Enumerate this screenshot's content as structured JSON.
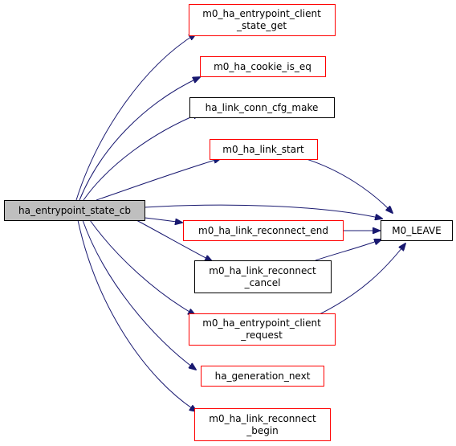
{
  "colors": {
    "edge": "#191970",
    "root_fill": "#bfbfbf",
    "node_fill": "#ffffff",
    "red_border": "#ff0000",
    "black_border": "#000000"
  },
  "nodes": {
    "root": {
      "lines": [
        "ha_entrypoint_state_cb"
      ]
    },
    "client_state_get": {
      "lines": [
        "m0_ha_entrypoint_client",
        "_state_get"
      ]
    },
    "cookie_is_eq": {
      "lines": [
        "m0_ha_cookie_is_eq"
      ]
    },
    "conn_cfg_make": {
      "lines": [
        "ha_link_conn_cfg_make"
      ]
    },
    "link_start": {
      "lines": [
        "m0_ha_link_start"
      ]
    },
    "m0_leave": {
      "lines": [
        "M0_LEAVE"
      ]
    },
    "reconnect_end": {
      "lines": [
        "m0_ha_link_reconnect_end"
      ]
    },
    "reconnect_cancel": {
      "lines": [
        "m0_ha_link_reconnect",
        "_cancel"
      ]
    },
    "client_request": {
      "lines": [
        "m0_ha_entrypoint_client",
        "_request"
      ]
    },
    "generation_next": {
      "lines": [
        "ha_generation_next"
      ]
    },
    "reconnect_begin": {
      "lines": [
        "m0_ha_link_reconnect",
        "_begin"
      ]
    }
  }
}
